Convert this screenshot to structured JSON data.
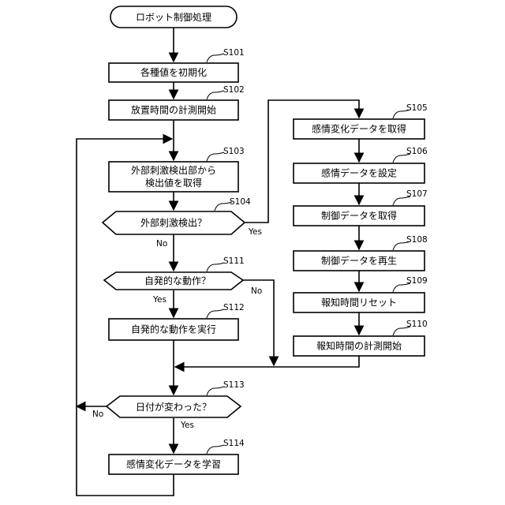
{
  "start": {
    "label": "ロボット制御処理"
  },
  "steps": {
    "s101": {
      "id": "S101",
      "label": "各種値を初期化"
    },
    "s102": {
      "id": "S102",
      "label": "放置時間の計測開始"
    },
    "s103": {
      "id": "S103",
      "label_line1": "外部刺激検出部から",
      "label_line2": "検出値を取得"
    },
    "s104": {
      "id": "S104",
      "label": "外部刺激検出？"
    },
    "s105": {
      "id": "S105",
      "label": "感情変化データを取得"
    },
    "s106": {
      "id": "S106",
      "label": "感情データを設定"
    },
    "s107": {
      "id": "S107",
      "label": "制御データを取得"
    },
    "s108": {
      "id": "S108",
      "label": "制御データを再生"
    },
    "s109": {
      "id": "S109",
      "label": "報知時間リセット"
    },
    "s110": {
      "id": "S110",
      "label": "報知時間の計測開始"
    },
    "s111": {
      "id": "S111",
      "label": "自発的な動作？"
    },
    "s112": {
      "id": "S112",
      "label": "自発的な動作を実行"
    },
    "s113": {
      "id": "S113",
      "label": "日付が変わった？"
    },
    "s114": {
      "id": "S114",
      "label": "感情変化データを学習"
    }
  },
  "branches": {
    "yes": "Yes",
    "no": "No"
  }
}
